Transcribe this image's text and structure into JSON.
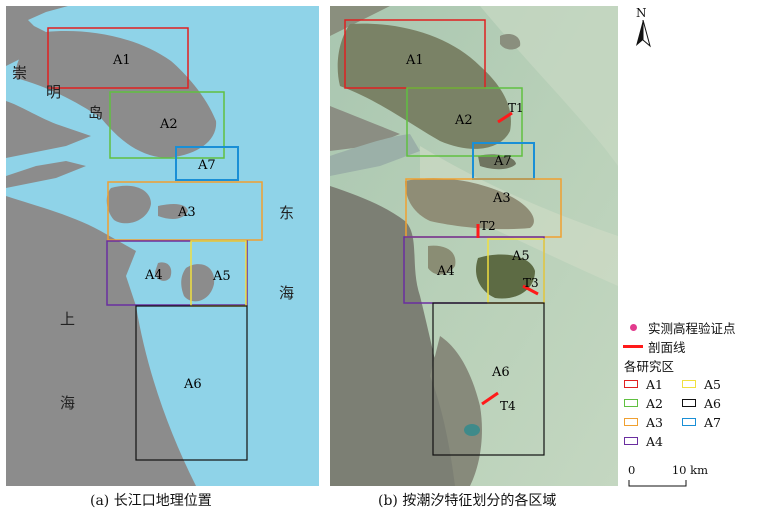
{
  "north_label": "N",
  "panel_a": {
    "caption": "(a) 长江口地理位置",
    "place_labels": {
      "chongming": [
        "崇",
        "明",
        "岛"
      ],
      "shanghai": [
        "上",
        "海"
      ],
      "donghai": [
        "东",
        "海"
      ]
    },
    "areas": [
      {
        "id": "A1",
        "label": "A1",
        "color": "#e02020"
      },
      {
        "id": "A2",
        "label": "A2",
        "color": "#60c040"
      },
      {
        "id": "A7",
        "label": "A7",
        "color": "#1a8fd6"
      },
      {
        "id": "A3",
        "label": "A3",
        "color": "#f0a030"
      },
      {
        "id": "A4",
        "label": "A4",
        "color": "#6a2ea0"
      },
      {
        "id": "A5",
        "label": "A5",
        "color": "#f0e040"
      },
      {
        "id": "A6",
        "label": "A6",
        "color": "#111111"
      }
    ]
  },
  "panel_b": {
    "caption": "(b) 按潮汐特征划分的各区域",
    "transects": [
      "T1",
      "T2",
      "T3",
      "T4"
    ],
    "areas": [
      {
        "id": "A1",
        "label": "A1"
      },
      {
        "id": "A2",
        "label": "A2"
      },
      {
        "id": "A7",
        "label": "A7"
      },
      {
        "id": "A3",
        "label": "A3"
      },
      {
        "id": "A4",
        "label": "A4"
      },
      {
        "id": "A5",
        "label": "A5"
      },
      {
        "id": "A6",
        "label": "A6"
      }
    ]
  },
  "legend": {
    "point_label": "实测高程验证点",
    "line_label": "剖面线",
    "areas_title": "各研究区",
    "items": [
      {
        "label": "A1",
        "color": "#e02020"
      },
      {
        "label": "A5",
        "color": "#f0e040"
      },
      {
        "label": "A2",
        "color": "#60c040"
      },
      {
        "label": "A6",
        "color": "#111111"
      },
      {
        "label": "A3",
        "color": "#f0a030"
      },
      {
        "label": "A7",
        "color": "#1a8fd6"
      },
      {
        "label": "A4",
        "color": "#6a2ea0"
      }
    ]
  },
  "scale_bar": {
    "start": "0",
    "end": "10 km"
  }
}
